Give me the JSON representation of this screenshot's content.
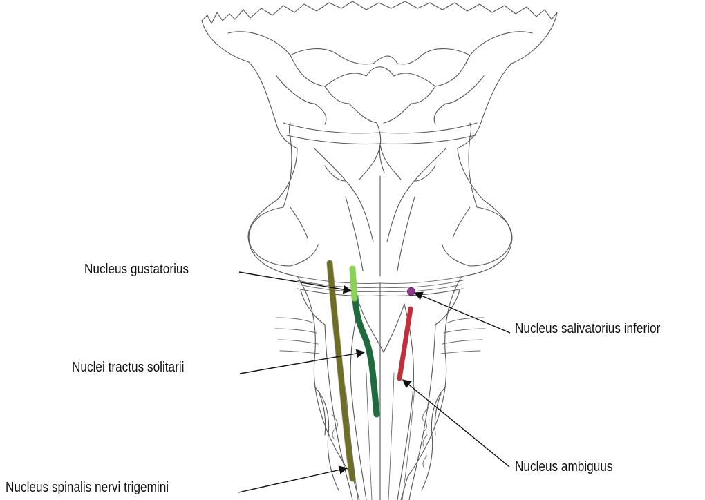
{
  "labels": {
    "gustatorius": "Nucleus gustatorius",
    "tractus_solitarii": "Nuclei tractus solitarii",
    "spinalis_trigemini": "Nucleus spinalis nervi trigemini",
    "salivatorius_inferior": "Nucleus salivatorius inferior",
    "ambiguus": "Nucleus ambiguus"
  },
  "colors": {
    "gustatorius": "#8ccf5a",
    "tractus_solitarii": "#1f6b3e",
    "spinalis_trigemini": "#7a7a2e",
    "salivatorius_inferior": "#8e3a8e",
    "ambiguus": "#c0303a",
    "outline": "#555555"
  }
}
